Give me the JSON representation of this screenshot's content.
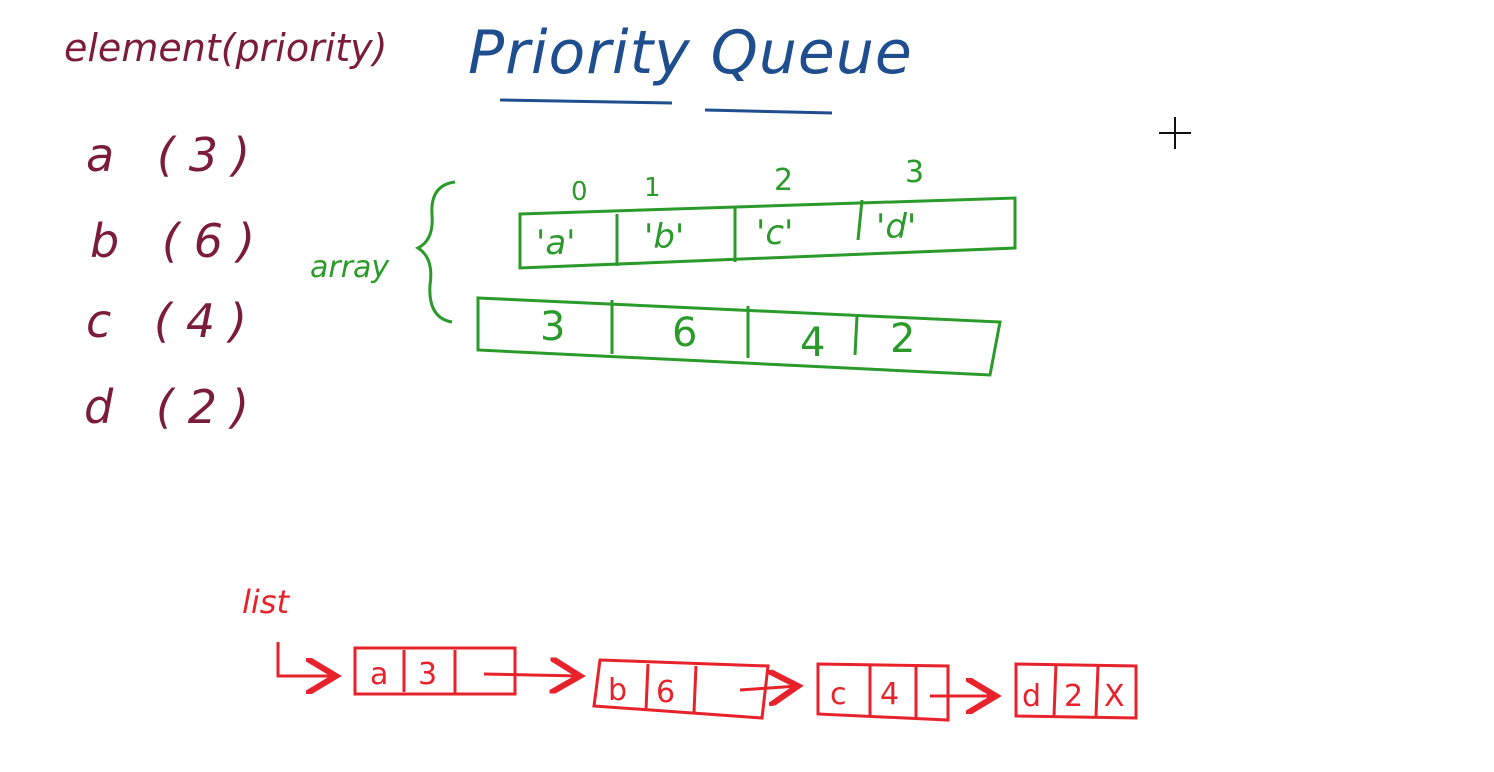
{
  "title": "Priority Queue",
  "element_header": "element(priority)",
  "elements": [
    {
      "name": "a",
      "priority": "3"
    },
    {
      "name": "b",
      "priority": "6"
    },
    {
      "name": "c",
      "priority": "4"
    },
    {
      "name": "d",
      "priority": "2"
    }
  ],
  "array": {
    "label": "array",
    "indices": [
      "0",
      "1",
      "2",
      "3"
    ],
    "values": [
      "'a'",
      "'b'",
      "'c'",
      "'d'"
    ],
    "priorities": [
      "3",
      "6",
      "4",
      "2"
    ]
  },
  "list": {
    "label": "list",
    "nodes": [
      {
        "value": "a",
        "priority": "3",
        "next": ""
      },
      {
        "value": "b",
        "priority": "6",
        "next": ""
      },
      {
        "value": "c",
        "priority": "4",
        "next": ""
      },
      {
        "value": "d",
        "priority": "2",
        "next": "X"
      }
    ]
  },
  "colors": {
    "title": "#1f4e8f",
    "elements": "#7a1c3a",
    "array": "#2a9a2a",
    "list": "#e8222a"
  }
}
